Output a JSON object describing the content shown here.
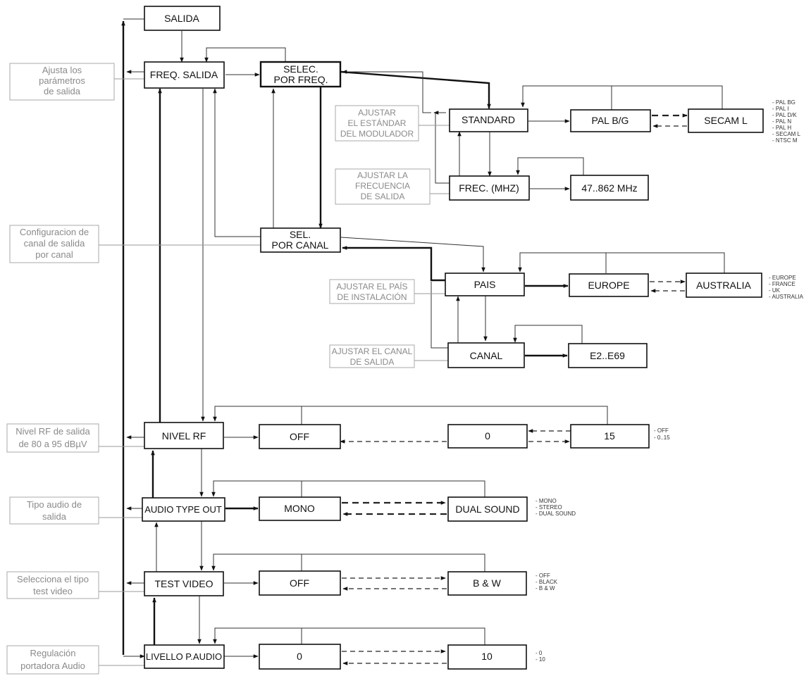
{
  "boxes": {
    "salida": [
      "SALIDA"
    ],
    "freq_salida": [
      "FREQ. SALIDA"
    ],
    "selec_freq": [
      "SELEC.",
      "POR FREQ."
    ],
    "standard": [
      "STANDARD"
    ],
    "pal_bg": [
      "PAL B/G"
    ],
    "secam_l": [
      "SECAM L"
    ],
    "frec_mhz": [
      "FREC.   (MHZ)"
    ],
    "mhz_range": [
      "47..862  MHz"
    ],
    "sel_canal": [
      "SEL.",
      "POR CANAL"
    ],
    "pais": [
      "PAIS"
    ],
    "europe": [
      "EUROPE"
    ],
    "australia": [
      "AUSTRALIA"
    ],
    "canal": [
      "CANAL"
    ],
    "e2_e69": [
      "E2..E69"
    ],
    "nivel_rf": [
      "NIVEL RF"
    ],
    "rf_off": [
      "OFF"
    ],
    "rf_0": [
      "0"
    ],
    "rf_15": [
      "15"
    ],
    "audio_type": [
      "AUDIO TYPE OUT"
    ],
    "mono": [
      "MONO"
    ],
    "dual_sound": [
      "DUAL SOUND"
    ],
    "test_video": [
      "TEST VIDEO"
    ],
    "tv_off": [
      "OFF"
    ],
    "bw": [
      "B & W"
    ],
    "livello": [
      "LIVELLO P.AUDIO"
    ],
    "la_0": [
      "0"
    ],
    "la_10": [
      "10"
    ]
  },
  "notes": {
    "ajusta_param": [
      "Ajusta los",
      "parámetros",
      "de salida"
    ],
    "ajustar_estandar": [
      "AJUSTAR",
      "EL ESTÁNDAR",
      "DEL MODULADOR"
    ],
    "ajustar_frecuencia": [
      "AJUSTAR LA",
      "FRECUENCIA",
      "DE SALIDA"
    ],
    "config_canal": [
      "Configuracion de",
      "canal de salida",
      "por canal"
    ],
    "ajustar_pais": [
      "AJUSTAR EL PAÍS",
      "DE INSTALACIÓN"
    ],
    "ajustar_canal": [
      "AJUSTAR EL CANAL",
      "DE SALIDA"
    ],
    "nivel_rf_note": [
      "Nivel RF de salida",
      "de 80 a 95 dBµV"
    ],
    "tipo_audio": [
      "Tipo audio de",
      "salida"
    ],
    "selecciona_test": [
      "Selecciona el tipo",
      "test video"
    ],
    "regulacion": [
      "Regulación",
      "portadora Audio"
    ]
  },
  "options": {
    "standard_opts": [
      "- PAL BG",
      "- PAL I",
      "- PAL D/K",
      "- PAL N",
      "- PAL H",
      "- SECAM L",
      "- NTSC M"
    ],
    "pais_opts": [
      "- EUROPE",
      "- FRANCE",
      "- UK",
      "- AUSTRALIA"
    ],
    "rf_opts": [
      "- OFF",
      "- 0..15"
    ],
    "audio_opts": [
      "- MONO",
      "- STEREO",
      "- DUAL SOUND"
    ],
    "test_opts": [
      "- OFF",
      "- BLACK",
      "- B & W"
    ],
    "audio_level_opts": [
      "- 0",
      "- 10"
    ]
  }
}
